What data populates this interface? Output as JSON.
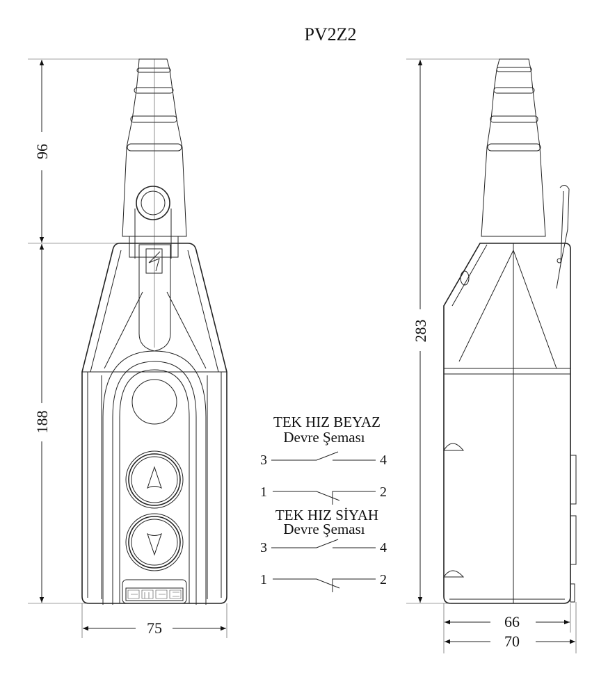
{
  "title": "PV2Z2",
  "dimensions": {
    "cable_height": "96",
    "body_height": "188",
    "total_height": "283",
    "front_width": "75",
    "side_width_inner": "66",
    "side_width_outer": "70"
  },
  "logo_text": "emas",
  "schema_white": {
    "title": "TEK HIZ BEYAZ",
    "subtitle": "Devre Şeması",
    "no_left": "3",
    "no_right": "4",
    "nc_left": "1",
    "nc_right": "2"
  },
  "schema_black": {
    "title": "TEK HIZ SİYAH",
    "subtitle": "Devre Şeması",
    "no_left": "3",
    "no_right": "4",
    "nc_left": "1",
    "nc_right": "2"
  },
  "colors": {
    "line": "#222222",
    "background": "#ffffff"
  }
}
